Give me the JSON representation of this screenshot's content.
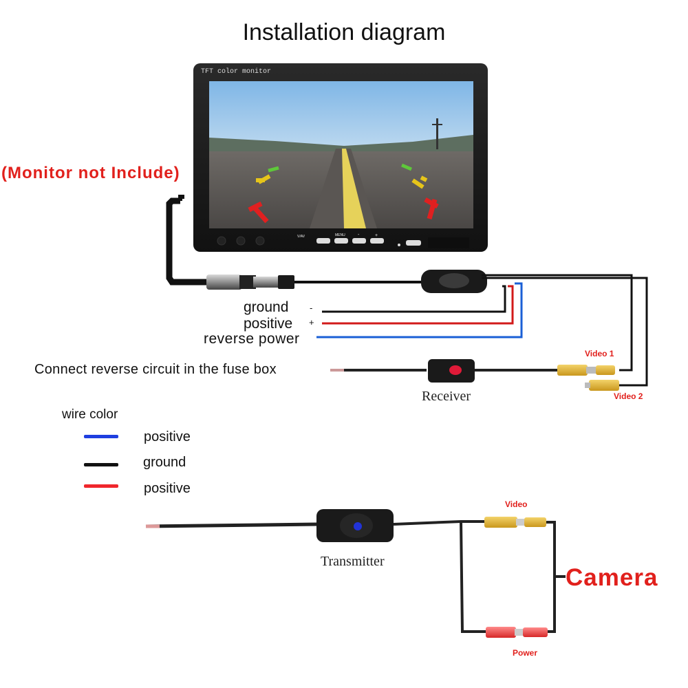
{
  "title": "Installation diagram",
  "monitor": {
    "brand_text": "TFT color monitor",
    "note": "(Monitor not Include)",
    "buttons": [
      "V/AV",
      "MENU",
      "-",
      "+"
    ]
  },
  "wires": [
    {
      "label": "ground",
      "sign": "-",
      "color": "#111111"
    },
    {
      "label": "positive",
      "sign": "+",
      "color": "#d21a1a"
    },
    {
      "label": "reverse power",
      "sign": "",
      "color": "#1a5fd6"
    }
  ],
  "fuse_box_text": "Connect reverse circuit in the fuse box",
  "receiver_label": "Receiver",
  "video1_label": "Video 1",
  "video2_label": "Video 2",
  "legend": {
    "title": "wire color",
    "items": [
      {
        "label": "positive",
        "color": "#1f3fe0"
      },
      {
        "label": "ground",
        "color": "#111111"
      },
      {
        "label": "positive",
        "color": "#f0262c"
      }
    ]
  },
  "transmitter_label": "Transmitter",
  "video_label": "Video",
  "power_label": "Power",
  "camera_label": "Camera"
}
